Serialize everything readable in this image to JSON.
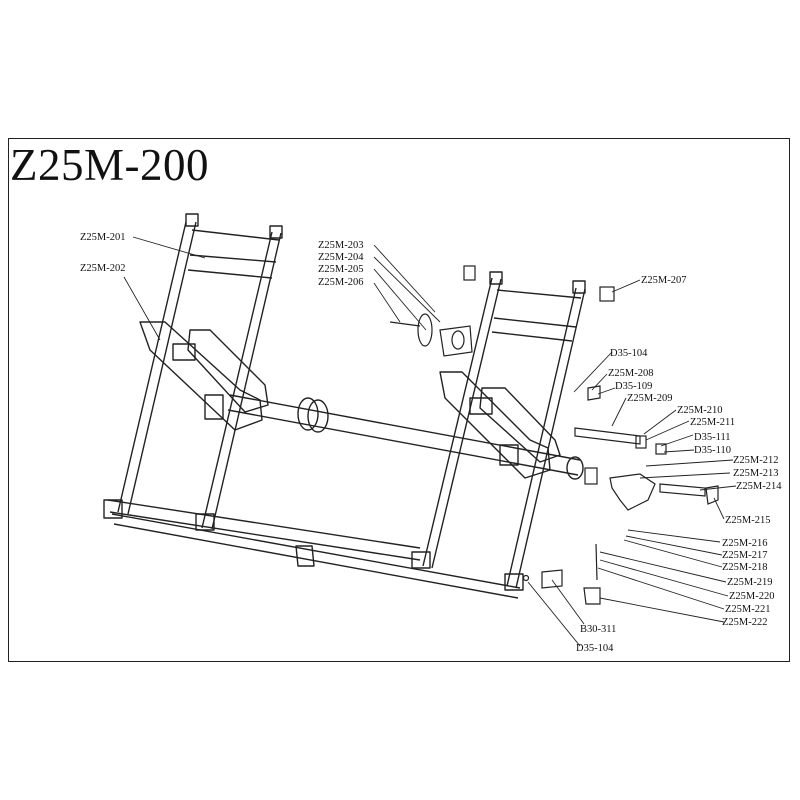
{
  "title": "Z25M-200",
  "parts": [
    {
      "id": "p201",
      "label": "Z25M-201"
    },
    {
      "id": "p202",
      "label": "Z25M-202"
    },
    {
      "id": "p203",
      "label": "Z25M-203"
    },
    {
      "id": "p204",
      "label": "Z25M-204"
    },
    {
      "id": "p205",
      "label": "Z25M-205"
    },
    {
      "id": "p206",
      "label": "Z25M-206"
    },
    {
      "id": "p207",
      "label": "Z25M-207"
    },
    {
      "id": "pD104a",
      "label": "D35-104"
    },
    {
      "id": "p208",
      "label": "Z25M-208"
    },
    {
      "id": "pD109",
      "label": "D35-109"
    },
    {
      "id": "p209",
      "label": "Z25M-209"
    },
    {
      "id": "p210",
      "label": "Z25M-210"
    },
    {
      "id": "p211",
      "label": "Z25M-211"
    },
    {
      "id": "pD111",
      "label": "D35-111"
    },
    {
      "id": "pD110",
      "label": "D35-110"
    },
    {
      "id": "p212",
      "label": "Z25M-212"
    },
    {
      "id": "p213",
      "label": "Z25M-213"
    },
    {
      "id": "p214",
      "label": "Z25M-214"
    },
    {
      "id": "p215",
      "label": "Z25M-215"
    },
    {
      "id": "p216",
      "label": "Z25M-216"
    },
    {
      "id": "p217",
      "label": "Z25M-217"
    },
    {
      "id": "p218",
      "label": "Z25M-218"
    },
    {
      "id": "p219",
      "label": "Z25M-219"
    },
    {
      "id": "p220",
      "label": "Z25M-220"
    },
    {
      "id": "p221",
      "label": "Z25M-221"
    },
    {
      "id": "p222",
      "label": "Z25M-222"
    },
    {
      "id": "pB311",
      "label": "B30-311"
    },
    {
      "id": "pD104b",
      "label": "D35-104"
    }
  ]
}
